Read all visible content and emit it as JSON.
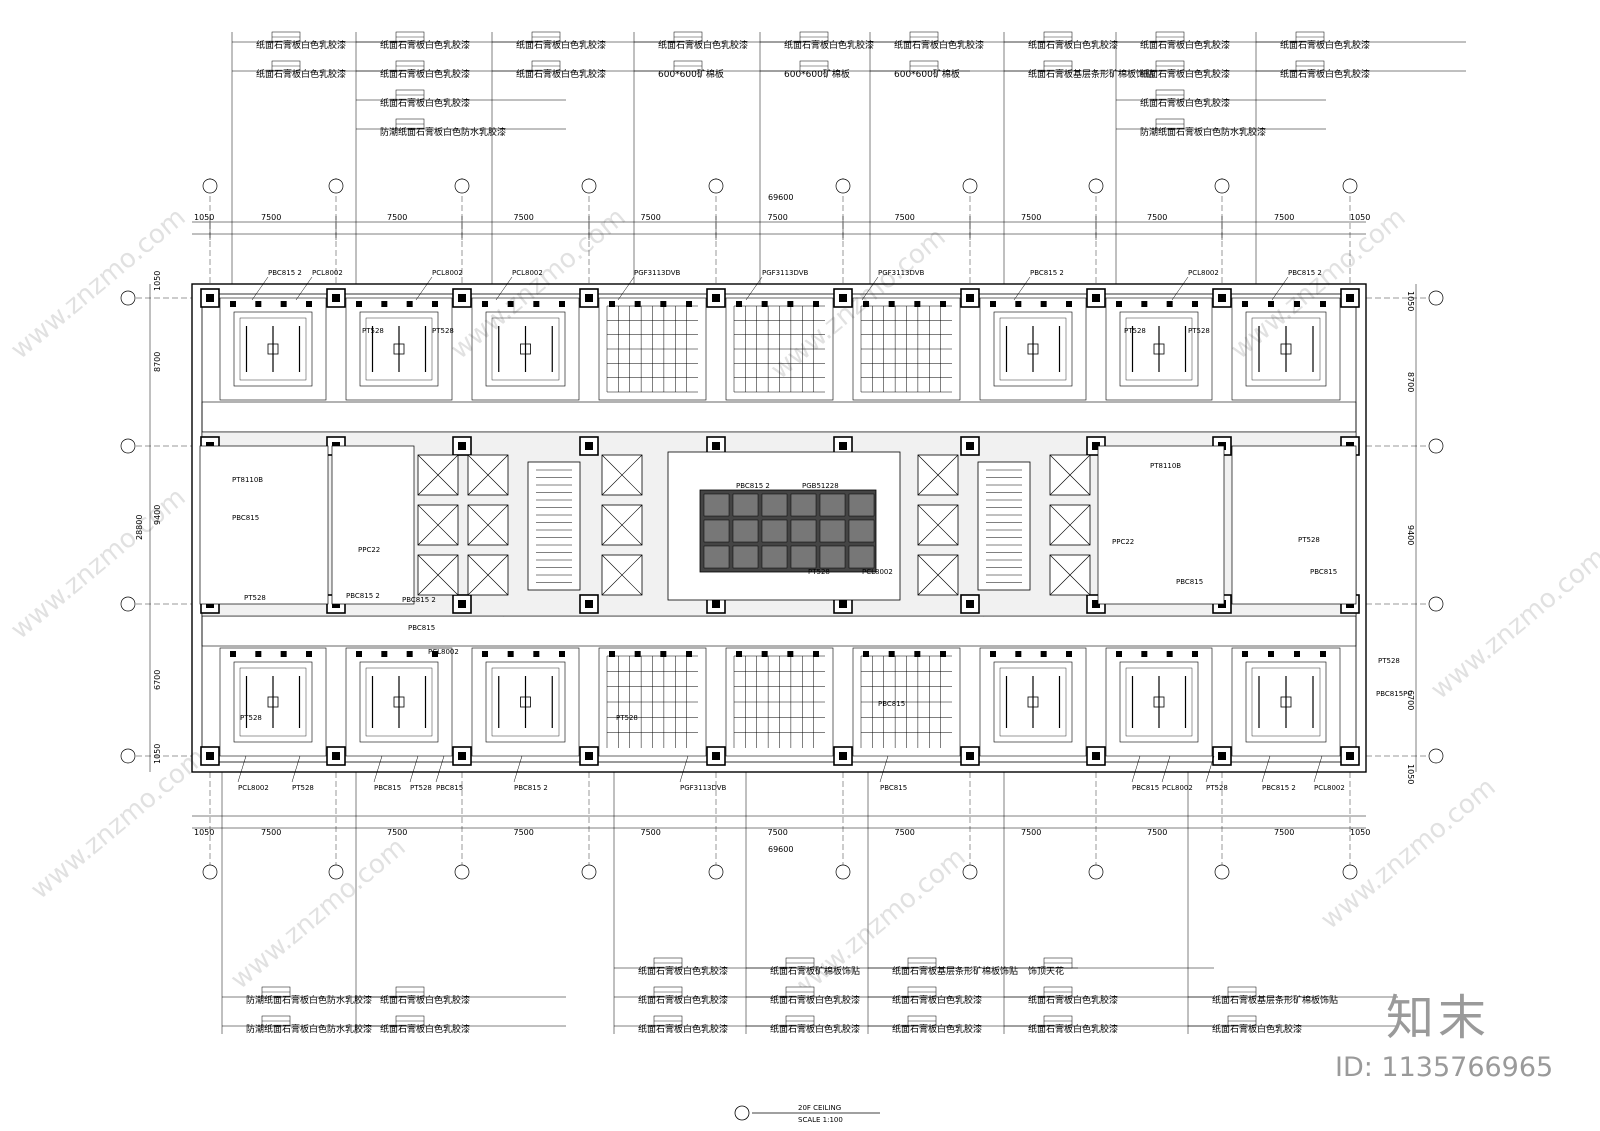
{
  "drawing": {
    "title": "20F CEILING",
    "scale": "SCALE 1:100"
  },
  "dimensions": {
    "overall": "69600",
    "edge_bay": "1050",
    "bays": [
      "7500",
      "7500",
      "7500",
      "7500",
      "7500",
      "7500",
      "7500",
      "7500",
      "7500"
    ],
    "vertical_overall": "28800",
    "vertical_segments": [
      "1050",
      "8700",
      "9400",
      "6700",
      "1050"
    ]
  },
  "materials": {
    "gypsum_white_latex": "纸面石膏板白色乳胶漆",
    "moisture_gypsum_white_waterproof_latex": "防潮纸面石膏板白色防水乳胶漆",
    "mineral_board_600": "600*600矿棉板",
    "gypsum_base_strip_mineral": "纸面石膏板基层条形矿棉板饰贴",
    "gypsum_mineral_board_trim": "纸面石膏板矿棉板饰贴",
    "decorative_ceiling": "饰顶天花"
  },
  "top_callouts": [
    [
      "纸面石膏板白色乳胶漆",
      "纸面石膏板白色乳胶漆"
    ],
    [
      "纸面石膏板白色乳胶漆",
      "纸面石膏板白色乳胶漆",
      "纸面石膏板白色乳胶漆",
      "防潮纸面石膏板白色防水乳胶漆"
    ],
    [
      "纸面石膏板白色乳胶漆",
      "纸面石膏板白色乳胶漆"
    ],
    [
      "纸面石膏板白色乳胶漆",
      "600*600矿棉板"
    ],
    [
      "纸面石膏板白色乳胶漆",
      "600*600矿棉板"
    ],
    [
      "纸面石膏板白色乳胶漆",
      "600*600矿棉板"
    ],
    [
      "纸面石膏板白色乳胶漆",
      "纸面石膏板基层条形矿棉板饰贴"
    ],
    [
      "纸面石膏板白色乳胶漆",
      "纸面石膏板白色乳胶漆",
      "纸面石膏板白色乳胶漆",
      "防潮纸面石膏板白色防水乳胶漆"
    ],
    [
      "纸面石膏板白色乳胶漆",
      "纸面石膏板白色乳胶漆"
    ]
  ],
  "bottom_callouts": [
    [
      "防潮纸面石膏板白色防水乳胶漆",
      "防潮纸面石膏板白色防水乳胶漆"
    ],
    [
      "纸面石膏板白色乳胶漆",
      "纸面石膏板白色乳胶漆"
    ],
    [
      "纸面石膏板白色乳胶漆",
      "纸面石膏板白色乳胶漆",
      "纸面石膏板白色乳胶漆"
    ],
    [
      "纸面石膏板矿棉板饰贴",
      "纸面石膏板白色乳胶漆",
      "纸面石膏板白色乳胶漆"
    ],
    [
      "纸面石膏板基层条形矿棉板饰贴",
      "纸面石膏板白色乳胶漆",
      "纸面石膏板白色乳胶漆"
    ],
    [
      "饰顶天花",
      "纸面石膏板白色乳胶漆",
      "纸面石膏板白色乳胶漆"
    ],
    [
      "纸面石膏板基层条形矿棉板饰贴",
      "纸面石膏板白色乳胶漆"
    ]
  ],
  "tags": {
    "top": [
      "PBC815 2",
      "PCL8002",
      "PCL8002",
      "PCL8002",
      "PGF3113DVB",
      "PGF3113DVB",
      "PGF3113DVB",
      "PBC815 2",
      "PCL8002",
      "PBC815 2"
    ],
    "bottom": [
      "PCL8002",
      "PT528",
      "PBC815",
      "PT528",
      "PBC815",
      "PBC815 2",
      "PGF3113DVB",
      "PBC815",
      "PBC815",
      "PCL8002",
      "PT528",
      "PBC815 2",
      "PCL8002"
    ],
    "inner": [
      "PT528",
      "PT528",
      "PT528",
      "PT528",
      "PT8110B",
      "PBC815",
      "PT528",
      "PPC22",
      "PBC815 2",
      "PBC815 2",
      "PBC815",
      "PCL8002",
      "PBC815 2",
      "PGB51228",
      "PT528",
      "PCL8002",
      "PT8110B",
      "PPC22",
      "PBC815",
      "PT528",
      "PBC815",
      "PBC815",
      "PT528",
      "PT528",
      "PT528",
      "PBC815PC"
    ]
  },
  "watermark": {
    "site": "www.znzmo.com",
    "brand": "知末",
    "id": "ID: 1135766965"
  }
}
